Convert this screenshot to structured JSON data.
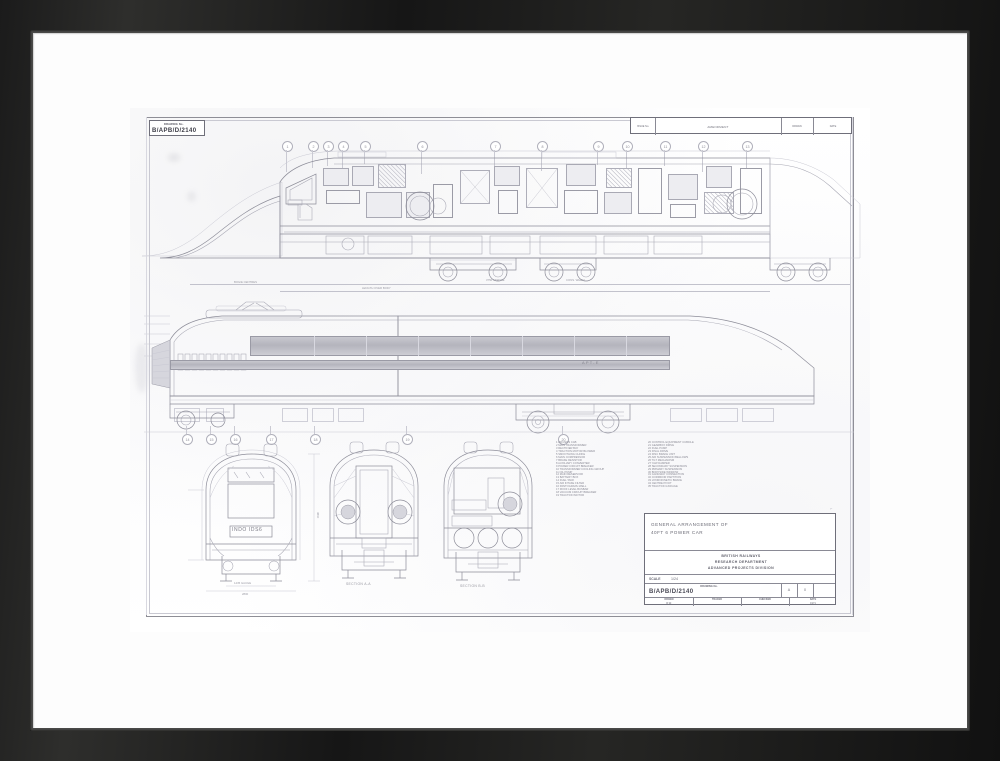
{
  "artwork": {
    "medium": "framed technical drawing print",
    "frame_color": "#1d1d1d",
    "mat_color": "#fdfdfd",
    "sheet_color": "#ffffff",
    "line_color": "#9b9ba6"
  },
  "sheet": {
    "drawing_number_label": "DRAWING No.",
    "drawing_number": "B/APB/D/2140",
    "revision_block": {
      "columns": [
        "ISSUE No.",
        "AMENDMENT",
        "DRAWN",
        "DATE"
      ]
    },
    "title_block": {
      "title_line1": "GENERAL  ARRANGEMENT  OF",
      "title_line2": "40FT 6 POWER CAR",
      "org_line1": "BRITISH RAILWAYS",
      "org_line2": "RESEARCH DEPARTMENT",
      "org_line3": "ADVANCED PROJECTS DIVISION",
      "scale_label": "SCALE",
      "scale_value": "1/24",
      "dwg_no_label": "DRAWING No.",
      "dwg_no_value": "B/APB/D/2140",
      "sheet_label": "A",
      "issue_label": "0",
      "footer_cells": [
        "DRAWN",
        "TRACED",
        "CHECKED",
        "DATE"
      ],
      "footer_values": [
        "R.W.",
        "",
        "",
        "1971"
      ]
    }
  },
  "views": [
    {
      "id": "view-side-section",
      "name": "longitudinal section through power car",
      "caption": ""
    },
    {
      "id": "view-plan-elevation",
      "name": "side elevation of power car and trailer",
      "caption": ""
    },
    {
      "id": "view-front-elevation",
      "name": "front end elevation",
      "caption": "",
      "headcode": "INDO  IDS6"
    },
    {
      "id": "view-section-aa",
      "name": "transverse section A-A",
      "caption": "SECTION  A-A"
    },
    {
      "id": "view-section-bb",
      "name": "transverse section B-B",
      "caption": "SECTION  B-B"
    }
  ],
  "dimension_notes": [
    "3750 STROKE",
    "CONS. WHEEL",
    "LENGTH OVER BODY",
    "BOGIE CENTRES",
    "OVERALL LENGTH"
  ],
  "callout_balloons_top": [
    "1",
    "2",
    "3",
    "4",
    "5",
    "6",
    "7",
    "8",
    "9",
    "10",
    "11",
    "12"
  ],
  "callout_balloons_bottom": [
    "13",
    "14",
    "15",
    "16",
    "17",
    "18",
    "19",
    "20",
    "21",
    "22"
  ],
  "parts_list_left": [
    "1   DRIVERS CAB",
    "2   MAIN TRANSFORMER",
    "3   RECTIFIER BAY",
    "4   TRACTION MOTOR BLOWER",
    "5   SMOOTHING CHOKE",
    "6   MAIN COMPRESSOR",
    "7   BRAKE RESISTOR",
    "8   AUXILIARY CONVERTER",
    "9   POWER CIRCUIT BREAKER",
    "10  TRANSFORMER COOLING GROUP",
    "11  OIL PUMP",
    "12  MAIN RESERVOIR",
    "13  BATTERY BOX",
    "14  FUEL TANK",
    "15  AIR INTAKE FILTER",
    "16  PANTOGRAPH WELL",
    "17  ROOF LEVEL BUSBAR",
    "18  VACUUM CIRCUIT BREAKER",
    "19  TRACTION MOTOR"
  ],
  "parts_list_right": [
    "20  CONTROL EQUIPMENT CUBICLE",
    "21  GEARBOX DRIVE",
    "22  FUEL PUMP",
    "23  FINAL DRIVE",
    "24  DISC BRAKE UNIT",
    "25  AIR SUSPENSION BELLOWS",
    "26  TILT MECHANISM",
    "27  YAW DAMPER",
    "28  SECONDARY SUSPENSION",
    "29  PRIMARY SUSPENSION",
    "30  BODYSIDE WINDOW",
    "31  GANGWAY CONNECTION",
    "32  CORRIDOR PARTITION",
    "33  HYDROKINETIC BRAKE",
    "34  CENTRE PIVOT",
    "35  TRACTION LINKAGE"
  ]
}
